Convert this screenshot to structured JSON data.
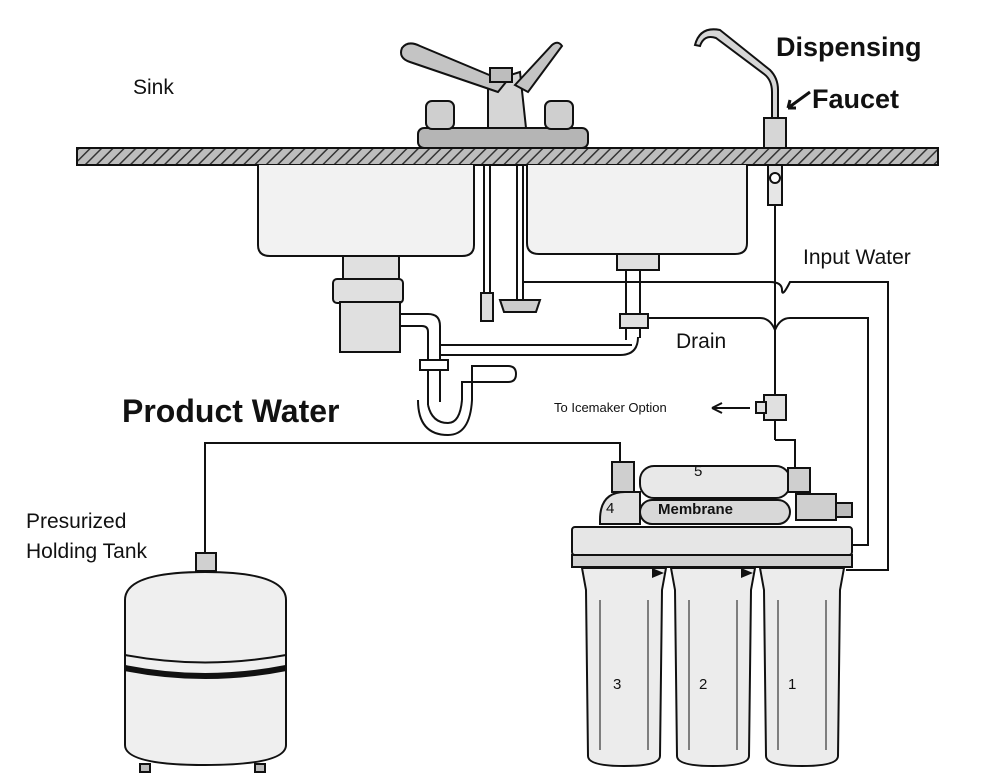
{
  "labels": {
    "sink": "Sink",
    "dispensing": "Dispensing",
    "faucet": "Faucet",
    "input_water": "Input Water",
    "drain": "Drain",
    "product_water": "Product Water",
    "icemaker": "To Icemaker Option",
    "tank_line1": "Presurized",
    "tank_line2": "Holding Tank",
    "membrane": "Membrane",
    "stage_5": "5",
    "stage_4": "4",
    "stage_3": "3",
    "stage_2": "2",
    "stage_1": "1"
  },
  "colors": {
    "line": "#111111",
    "counter_fill": "#9a9a9a",
    "metal": "#c8c8c8",
    "shadow": "#8a8a8a",
    "background": "#ffffff"
  }
}
